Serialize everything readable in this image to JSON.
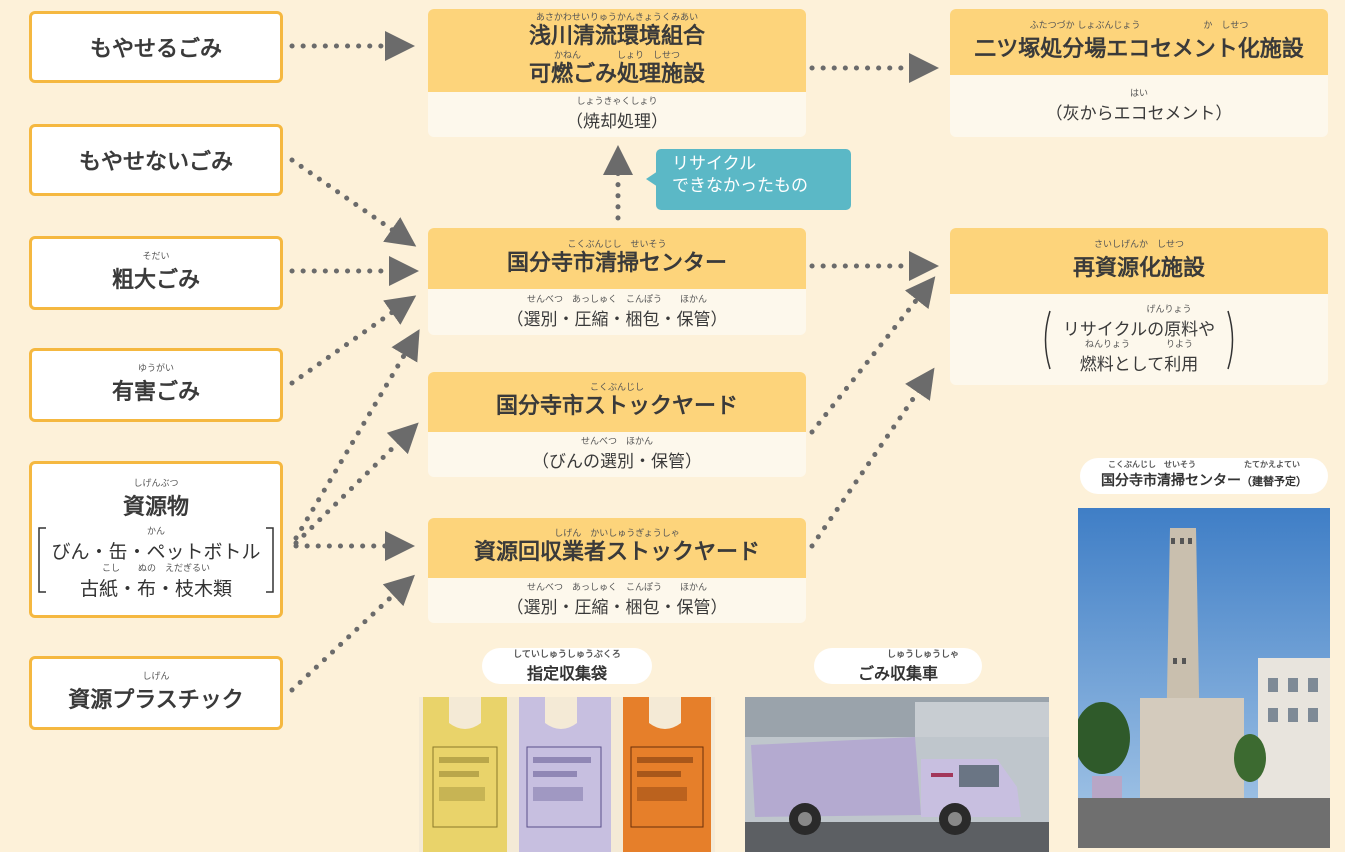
{
  "sources": {
    "moyaseru": {
      "label": "もやせるごみ"
    },
    "moyasenai": {
      "label": "もやせないごみ"
    },
    "sodai": {
      "label": "粗大ごみ",
      "ruby": "そだい"
    },
    "yugai": {
      "label": "有害ごみ",
      "ruby": "ゆうがい"
    },
    "shigen": {
      "label": "資源物",
      "ruby": "しげんぶつ",
      "line1": "びん・缶・ペットボトル",
      "line2": "古紙・布・枝木類",
      "ruby1": "かん",
      "ruby2": "こし　　ぬの　えだぎるい"
    },
    "plastic": {
      "label": "資源プラスチック",
      "ruby": "しげん"
    }
  },
  "middle": {
    "asakawa": {
      "ruby": "あさかわせいりゅうかんきょうくみあい",
      "title1": "浅川清流環境組合",
      "ruby2": "かねん　　　　しょり　しせつ",
      "title2": "可燃ごみ処理施設",
      "sub_ruby": "しょうきゃくしょり",
      "sub": "（焼却処理）"
    },
    "center": {
      "ruby": "こくぶんじし　せいそう",
      "title": "国分寺市清掃センター",
      "sub_ruby": "せんべつ　あっしゅく　こんぽう　　ほかん",
      "sub": "（選別・圧縮・梱包・保管）"
    },
    "stock": {
      "ruby": "こくぶんじし",
      "title": "国分寺市ストックヤード",
      "sub_ruby": "せんべつ　ほかん",
      "sub": "（びんの選別・保管）"
    },
    "shigen_stock": {
      "ruby": "しげん　かいしゅうぎょうしゃ",
      "title": "資源回収業者ストックヤード",
      "sub_ruby": "せんべつ　あっしゅく　こんぽう　　ほかん",
      "sub": "（選別・圧縮・梱包・保管）"
    }
  },
  "destinations": {
    "ecocement": {
      "ruby": "ふたつづか しょぶんじょう　　　　　　　か　しせつ",
      "title": "二ツ塚処分場エコセメント化施設",
      "sub_ruby": "はい",
      "sub": "（灰からエコセメント）"
    },
    "recycle": {
      "ruby": "さいしげんか　しせつ",
      "title": "再資源化施設",
      "line1_ruby": "げんりょう",
      "line1": "リサイクルの原料や",
      "line2_ruby": "ねんりょう　　　　りよう",
      "line2": "燃料として利用"
    }
  },
  "callout": {
    "line1": "リサイクル",
    "line2": "できなかったもの"
  },
  "photos": {
    "bags": {
      "ruby": "していしゅうしゅうぶくろ",
      "label": "指定収集袋"
    },
    "truck": {
      "ruby": "しゅうしゅうしゃ",
      "label": "ごみ収集車"
    },
    "building": {
      "ruby": "こくぶんじし　せいそう　　　　　　たてかえよてい",
      "label": "国分寺市清掃センター",
      "label_small": "（建替予定）"
    }
  },
  "colors": {
    "background": "#fdf1d9",
    "header": "#fdd47b",
    "border": "#f5b840",
    "arrow": "#6b6b6b",
    "callout": "#5bb8c6"
  }
}
